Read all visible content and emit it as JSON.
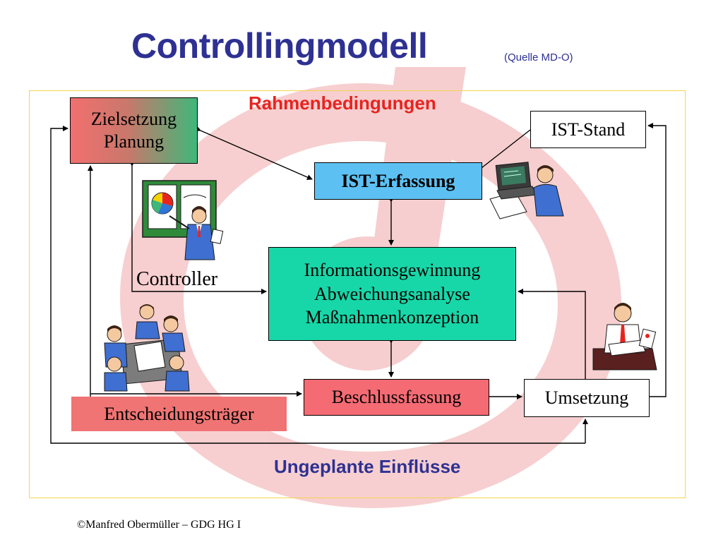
{
  "slide": {
    "title": "Controllingmodell",
    "source": "(Quelle MD-O)",
    "footer": "©Manfred Obermüller – GDG HG I"
  },
  "diagram": {
    "frame_label_top": "Rahmenbedingungen",
    "frame_label_bottom": "Ungeplante Einflüsse",
    "goal": {
      "line1": "Zielsetzung",
      "line2": "Planung"
    },
    "ist_stand": "IST-Stand",
    "ist_erfassung": "IST-Erfassung",
    "analysis": {
      "line1": "Informationsgewinnung",
      "line2": "Abweichungsanalyse",
      "line3": "Maßnahmenkonzeption"
    },
    "controller": "Controller",
    "decision": "Beschlussfassung",
    "implementation": "Umsetzung",
    "decision_makers": "Entscheidungsträger"
  },
  "colors": {
    "title": "#2e3192",
    "frame_label_top": "#e8231f",
    "frame_label_bottom": "#2e3192",
    "frame_border": "#f3d44e",
    "goal_gradient": [
      "#f26f6f",
      "#3fb77a"
    ],
    "ist_erfassung_fill": "#5dc0f2",
    "analysis_fill": "#17d7a8",
    "decision_fill": "#f46b74",
    "decision_makers_fill": "#f07473",
    "watermark": "#d9252a"
  },
  "icons": [
    "watermark-logo",
    "presenter-clipart",
    "computer-user-clipart",
    "meeting-clipart",
    "writing-businessman-clipart"
  ]
}
